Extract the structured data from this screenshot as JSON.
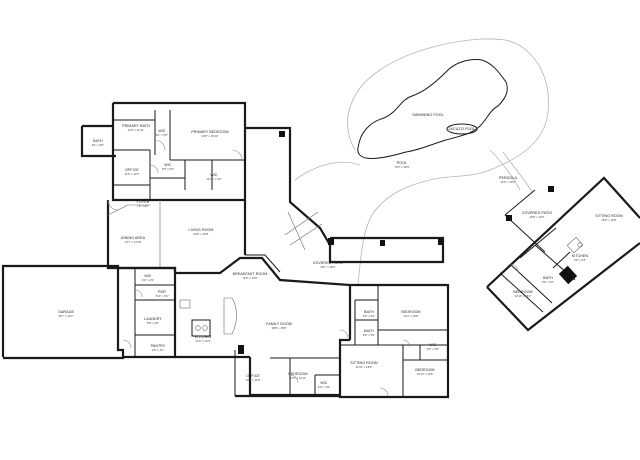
{
  "rooms": [
    {
      "id": "primary-bath",
      "name": "PRIMARY BATH",
      "dim": "10'9\" x 12'11\""
    },
    {
      "id": "primary-bedroom",
      "name": "PRIMARY BEDROOM",
      "dim": "19'8\" x 16'10\""
    },
    {
      "id": "bath-1",
      "name": "BATH",
      "dim": "8'1\" x 8'0\""
    },
    {
      "id": "wic-1",
      "name": "WIC",
      "dim": "6'1\" x 5'0\""
    },
    {
      "id": "office",
      "name": "OFFICE",
      "dim": "11'5\" x 12'5\""
    },
    {
      "id": "wic-2",
      "name": "WIC",
      "dim": "5'8\" x 6'0\""
    },
    {
      "id": "wic-3",
      "name": "WIC",
      "dim": "11'10\" x 4'9\""
    },
    {
      "id": "foyer",
      "name": "FOYER",
      "dim": "7'8\" x 8'0\""
    },
    {
      "id": "living-room",
      "name": "LIVING ROOM",
      "dim": "22'6\" x 19'8\""
    },
    {
      "id": "dining-area",
      "name": "DINING AREA",
      "dim": "13'7\" x 14'10\""
    },
    {
      "id": "garage",
      "name": "GARAGE",
      "dim": "35'7\" x 23'1\""
    },
    {
      "id": "wic-4",
      "name": "WIC",
      "dim": "4'2\" x 4'3\""
    },
    {
      "id": "pdr",
      "name": "PDR",
      "dim": "7'10\" x 5'0\""
    },
    {
      "id": "laundry",
      "name": "LAUNDRY",
      "dim": "8'9\" x 6'9\""
    },
    {
      "id": "pantry",
      "name": "PANTRY",
      "dim": "4'5\" x 4'2\""
    },
    {
      "id": "breakfast-room",
      "name": "BREAKFAST ROOM",
      "dim": "10'5\" x 10'6\""
    },
    {
      "id": "kitchen",
      "name": "KITCHEN",
      "dim": "14'9\" x 14'3\""
    },
    {
      "id": "family-room",
      "name": "FAMILY ROOM",
      "dim": "18'8\" x 25'8\""
    },
    {
      "id": "covered-patio",
      "name": "COVERED PATIO",
      "dim": "49'7\" x 18'3\""
    },
    {
      "id": "pool",
      "name": "POOL",
      "dim": "73'6\" x 40'9\""
    },
    {
      "id": "swimming-pool",
      "name": "SWIMMING POOL",
      "dim": ""
    },
    {
      "id": "jacuzzi",
      "name": "JACUZZI POOL",
      "dim": ""
    },
    {
      "id": "office-2",
      "name": "OFFICE",
      "dim": "10'2\" x 11'8\""
    },
    {
      "id": "bedroom-1",
      "name": "BEDROOM",
      "dim": "13'3\" x 11'11\""
    },
    {
      "id": "wic-5",
      "name": "WIC",
      "dim": "6'0\" x 4'8\""
    },
    {
      "id": "sitting-room",
      "name": "SITTING ROOM",
      "dim": "11'10\" x 16'8\""
    },
    {
      "id": "bedroom-2",
      "name": "BEDROOM",
      "dim": "13'4\" x 16'8\""
    },
    {
      "id": "bath-2",
      "name": "BATH",
      "dim": "8'9\" x 5'0\""
    },
    {
      "id": "bath-3",
      "name": "BATH",
      "dim": "8'6\" x 5'0\""
    },
    {
      "id": "wic-6",
      "name": "WIC",
      "dim": "6'5\" x 5'8\""
    },
    {
      "id": "bedroom-3",
      "name": "BEDROOM",
      "dim": "12'10\" x 12'5\""
    },
    {
      "id": "pergola",
      "name": "PERGOLA",
      "dim": "14'6\" x 10'2\""
    },
    {
      "id": "covered-patio-2",
      "name": "COVERED PATIO",
      "dim": "16'8\" x 10'0\""
    },
    {
      "id": "sitting-room-2",
      "name": "SITTING ROOM",
      "dim": "15'9\" x 19'8\""
    },
    {
      "id": "kitchenette",
      "name": "KITCHEN",
      "dim": "9'9\" x 6'4\""
    },
    {
      "id": "bath-4",
      "name": "BATH",
      "dim": "9'0\" x 5'0\""
    },
    {
      "id": "bedroom-4",
      "name": "BEDROOM",
      "dim": "12'10\" x 16'2\""
    }
  ]
}
